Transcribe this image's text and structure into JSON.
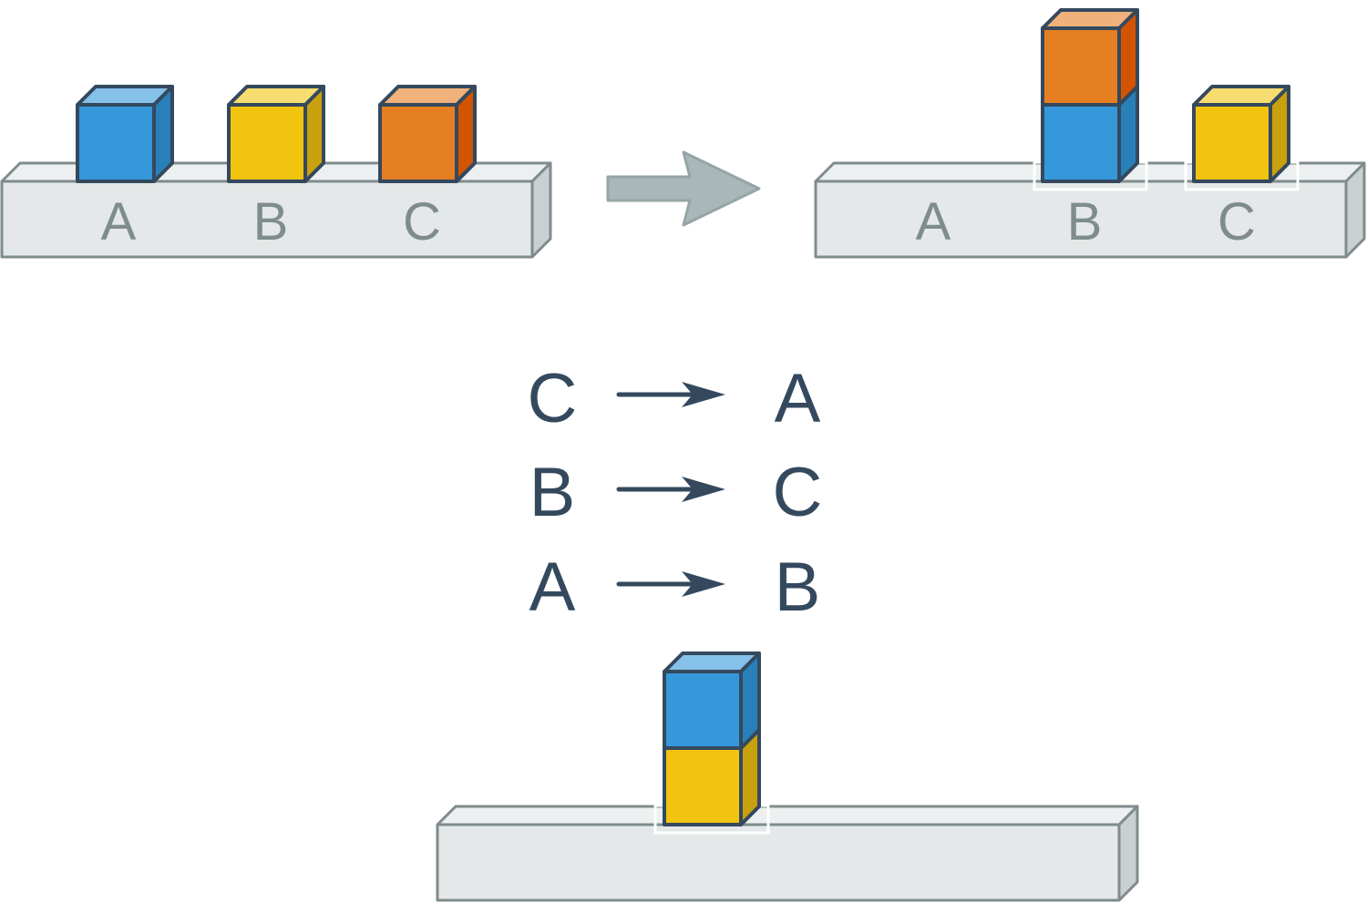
{
  "colors": {
    "blue": {
      "front": "#3498db",
      "top": "#85c1e9",
      "side": "#2980b9"
    },
    "yellow": {
      "front": "#f1c40f",
      "top": "#f7dc6f",
      "side": "#c9a00d"
    },
    "orange": {
      "front": "#e67e22",
      "top": "#f0b27a",
      "side": "#d35400"
    },
    "shelf": {
      "front": "#e5e8e8",
      "top": "#edf0f0",
      "side": "#cacfd2",
      "edge": "#7f8c8d"
    },
    "text_slot": "#7f8c8d",
    "text_map": "#34495e",
    "big_arrow": "#aab7b8"
  },
  "before": {
    "slots": [
      "A",
      "B",
      "C"
    ],
    "stacks": [
      [
        "blue"
      ],
      [
        "yellow"
      ],
      [
        "orange"
      ]
    ]
  },
  "after": {
    "slots": [
      "A",
      "B",
      "C"
    ],
    "stacks": [
      [],
      [
        "blue",
        "orange"
      ],
      [
        "yellow"
      ]
    ]
  },
  "mapping": [
    {
      "from": "C",
      "to": "A"
    },
    {
      "from": "B",
      "to": "C"
    },
    {
      "from": "A",
      "to": "B"
    }
  ],
  "result": {
    "stack": [
      "yellow",
      "blue"
    ]
  }
}
